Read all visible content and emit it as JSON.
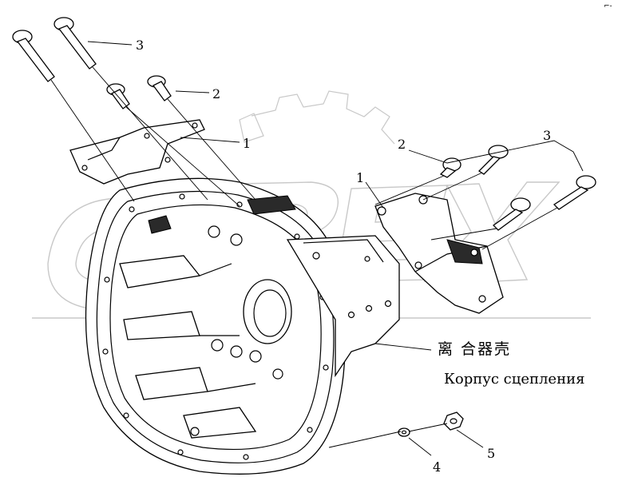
{
  "callouts": [
    "1",
    "1",
    "2",
    "2",
    "3",
    "3",
    "4",
    "5"
  ],
  "label_cn": "离 合器壳",
  "label_ru": "Корпус сцепления",
  "corner_mark": "⌐-"
}
